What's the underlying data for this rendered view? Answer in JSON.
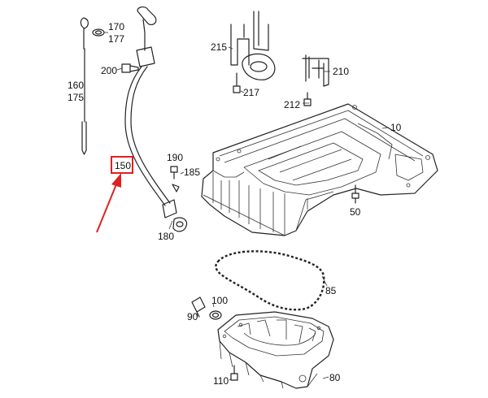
{
  "labels": {
    "p170": "170",
    "p177": "177",
    "p200": "200",
    "p160": "160",
    "p175": "175",
    "p150": "150",
    "p190": "190",
    "p185": "185",
    "p180": "180",
    "p215": "215",
    "p217": "217",
    "p210": "210",
    "p212": "212",
    "p10": "10",
    "p50": "50",
    "p85": "85",
    "p100": "100",
    "p90": "90",
    "p110": "110",
    "p80": "80"
  },
  "highlight": {
    "part": "150",
    "color": "#e02020"
  }
}
